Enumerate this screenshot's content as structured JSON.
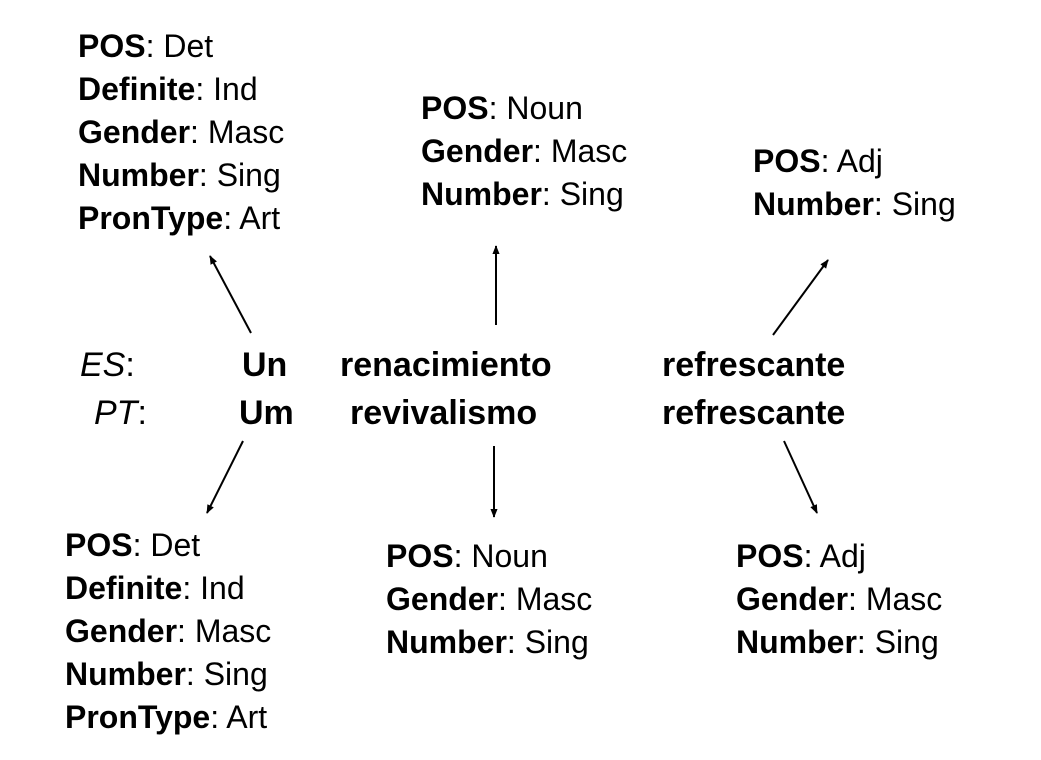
{
  "sentences": {
    "es": {
      "label": "ES",
      "words": [
        "Un",
        "renacimiento",
        "refrescante"
      ]
    },
    "pt": {
      "label": "PT",
      "words": [
        "Um",
        "revivalismo",
        "refrescante"
      ]
    }
  },
  "features_es": [
    [
      {
        "key": "POS",
        "value": "Det"
      },
      {
        "key": "Definite",
        "value": "Ind"
      },
      {
        "key": "Gender",
        "value": "Masc"
      },
      {
        "key": "Number",
        "value": "Sing"
      },
      {
        "key": "PronType",
        "value": "Art"
      }
    ],
    [
      {
        "key": "POS",
        "value": "Noun"
      },
      {
        "key": "Gender",
        "value": "Masc"
      },
      {
        "key": "Number",
        "value": "Sing"
      }
    ],
    [
      {
        "key": "POS",
        "value": "Adj"
      },
      {
        "key": "Number",
        "value": "Sing"
      }
    ]
  ],
  "features_pt": [
    [
      {
        "key": "POS",
        "value": "Det"
      },
      {
        "key": "Definite",
        "value": "Ind"
      },
      {
        "key": "Gender",
        "value": "Masc"
      },
      {
        "key": "Number",
        "value": "Sing"
      },
      {
        "key": "PronType",
        "value": "Art"
      }
    ],
    [
      {
        "key": "POS",
        "value": "Noun"
      },
      {
        "key": "Gender",
        "value": "Masc"
      },
      {
        "key": "Number",
        "value": "Sing"
      }
    ],
    [
      {
        "key": "POS",
        "value": "Adj"
      },
      {
        "key": "Gender",
        "value": "Masc"
      },
      {
        "key": "Number",
        "value": "Sing"
      }
    ]
  ]
}
